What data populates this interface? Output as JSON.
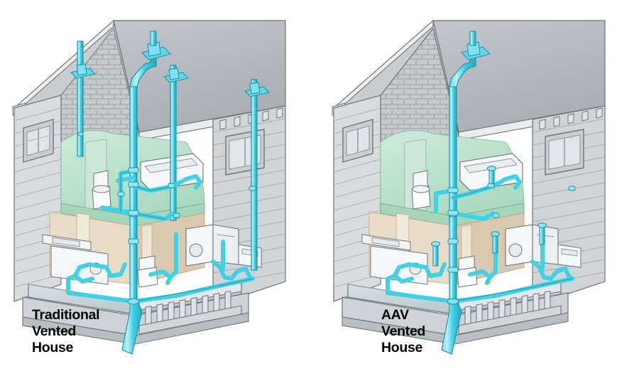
{
  "diagram": {
    "title": "Traditional Vented House vs AAV Vented House plumbing comparison",
    "background": "#ffffff"
  },
  "panels": [
    {
      "id": "traditional",
      "caption": "Traditional\nVented\nHouse",
      "roof_vent_count": 4,
      "vent_stack_count": 4,
      "aav_count": 0,
      "fixtures": [
        "toilet-upper",
        "bathtub-upper",
        "kitchen-sink",
        "dishwasher",
        "toilet-lower",
        "washing-machine",
        "dryer",
        "utility-sink"
      ]
    },
    {
      "id": "aav",
      "caption": "AAV\nVented\nHouse",
      "roof_vent_count": 1,
      "vent_stack_count": 1,
      "aav_count": 4,
      "fixtures": [
        "toilet-upper",
        "bathtub-upper",
        "kitchen-sink",
        "dishwasher",
        "toilet-lower",
        "washing-machine",
        "dryer",
        "utility-sink"
      ]
    }
  ],
  "colors": {
    "pipe_fill": "#3fd2e6",
    "pipe_light": "#a9ecf5",
    "pipe_stroke": "#1d8fa6",
    "roof": "#b8bcc0",
    "roof_dark": "#a6abb0",
    "siding": "#d8dcde",
    "siding_shade": "#c3c8cb",
    "shingle": "#c6cacd",
    "shingle_line": "#9aa0a4",
    "trim": "#eef0f1",
    "outline": "#6e747a",
    "green_room": "#bfe3cd",
    "green_room_dark": "#a6d6ba",
    "tan_room": "#e8dcc8",
    "tan_room_dark": "#d9c9ae",
    "floor": "#cfd9dc",
    "floor_dark": "#b9c6ca",
    "appliance": "#f4f6f7",
    "caption_text": "#000000"
  },
  "labels": {
    "roof_vent": "roof vent terminal",
    "vent_stack": "vent stack pipe",
    "aav_valve": "air admittance valve",
    "main_stack": "main soil stack",
    "sewer_line": "building sewer line"
  }
}
